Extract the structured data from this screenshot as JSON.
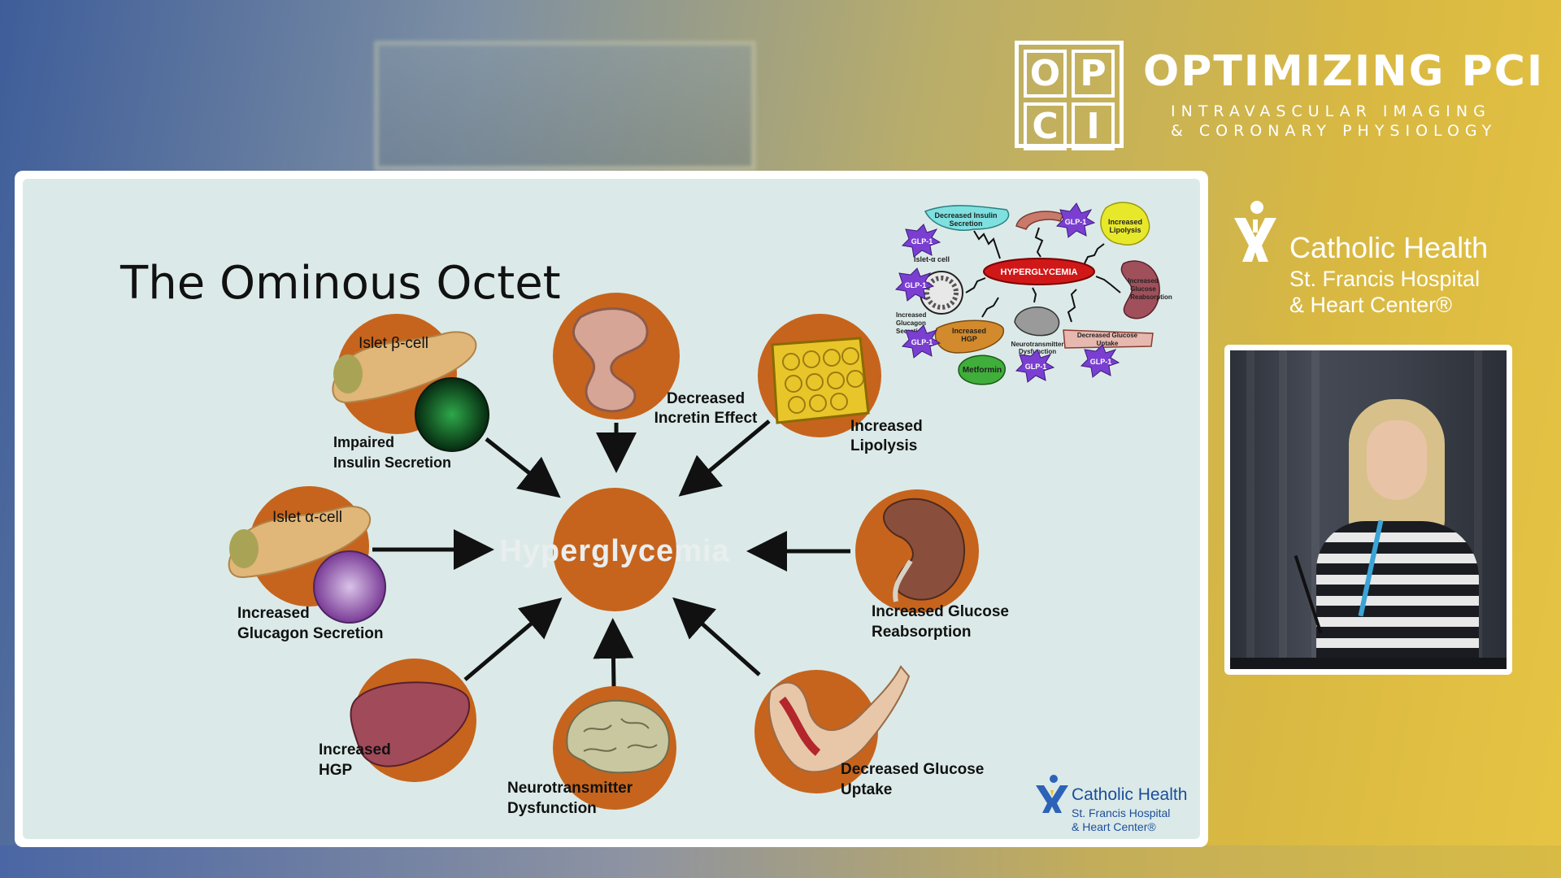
{
  "branding": {
    "logo_letters": [
      "O",
      "P",
      "C",
      "I"
    ],
    "title": "OPTIMIZING PCI",
    "subtitle_line1": "INTRAVASCULAR IMAGING",
    "subtitle_line2": "& CORONARY PHYSIOLOGY"
  },
  "sponsor": {
    "name": "Catholic Health",
    "line1": "St. Francis Hospital",
    "line2": "& Heart Center®"
  },
  "slide": {
    "title": "The Ominous Octet",
    "center_label": "Hyperglycemia",
    "nodes": [
      {
        "top_label": "Islet β-cell",
        "label_line1": "Impaired",
        "label_line2": "Insulin Secretion"
      },
      {
        "label_line1": "Decreased",
        "label_line2": "Incretin Effect"
      },
      {
        "label_line1": "Increased",
        "label_line2": "Lipolysis"
      },
      {
        "top_label": "Islet α-cell",
        "label_line1": "Increased",
        "label_line2": "Glucagon Secretion"
      },
      {
        "label_line1": "Increased Glucose",
        "label_line2": "Reabsorption"
      },
      {
        "label_line1": "Increased",
        "label_line2": "HGP"
      },
      {
        "label_line1": "Neurotransmitter",
        "label_line2": "Dysfunction"
      },
      {
        "label_line1": "Decreased Glucose",
        "label_line2": "Uptake"
      }
    ],
    "inset": {
      "center": "HYPERGLYCEMIA",
      "glp_label": "GLP-1",
      "decreased_insulin": [
        "Decreased Insulin",
        "Secretion"
      ],
      "islet_alpha": "Islet-α cell",
      "increased_lipolysis": [
        "Increased",
        "Lipolysis"
      ],
      "increased_glucagon": [
        "Increased",
        "Glucagon",
        "Secretion"
      ],
      "increased_hgp": [
        "Increased",
        "HGP"
      ],
      "neuro": [
        "Neurotransmitter",
        "Dysfunction"
      ],
      "glucose_uptake": [
        "Decreased Glucose",
        "Uptake"
      ],
      "reabsorption": [
        "Increased",
        "Glucose",
        "Reabsorption"
      ],
      "metformin": "Metformin"
    },
    "footer_logo": {
      "name": "Catholic Health",
      "line1": "St. Francis Hospital",
      "line2": "& Heart Center®"
    }
  },
  "colors": {
    "orange": "#c6641d",
    "inset_red": "#d01818",
    "glp_purple": "#7a3fd0"
  }
}
